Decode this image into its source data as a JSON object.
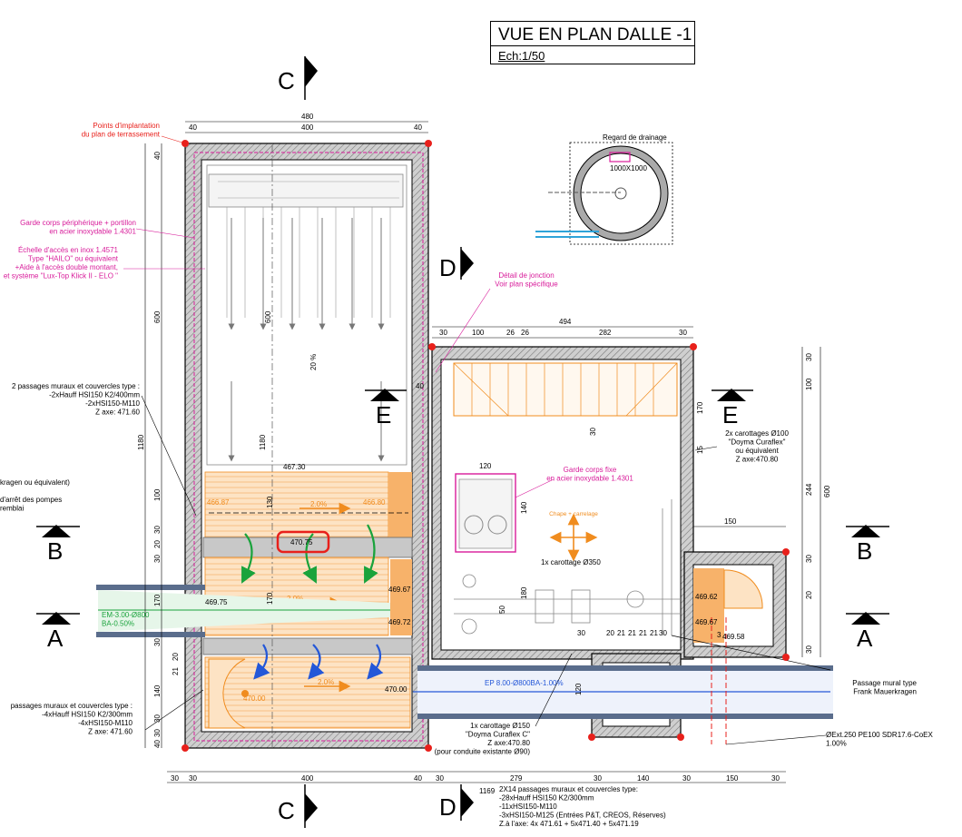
{
  "title": "VUE EN PLAN DALLE -1",
  "scale": "Ech:1/50",
  "sections": {
    "C": "C",
    "D": "D",
    "E": "E",
    "B": "B",
    "A": "A"
  },
  "dims_top": [
    "480",
    "40",
    "400",
    "40"
  ],
  "dims_left": [
    "40",
    "600",
    "1180",
    "100",
    "30",
    "20",
    "30",
    "170",
    "30",
    "20",
    "21",
    "140",
    "30",
    "30",
    "40"
  ],
  "dims_inner_left": [
    "600",
    "1180",
    "130",
    "170"
  ],
  "dims_bottom": [
    "30",
    "30",
    "400",
    "40",
    "30",
    "279",
    "30",
    "140",
    "30",
    "150",
    "30",
    "1169"
  ],
  "dims_right_top": [
    "30",
    "100",
    "26",
    "26",
    "282",
    "494",
    "30"
  ],
  "dims_right_side": [
    "30",
    "100",
    "170",
    "244",
    "600",
    "30",
    "20",
    "30",
    "150"
  ],
  "dims_misc": [
    "40",
    "120",
    "140",
    "30",
    "180",
    "50",
    "30",
    "120",
    "20",
    "21",
    "21",
    "21",
    "21",
    "30",
    "15",
    "3"
  ],
  "labels": {
    "points": "Points d'implantation\ndu plan de terrassement",
    "garde_corps": "Garde corps périphérique + portillon\nen acier inoxydable 1.4301",
    "echelle": "Échelle d'accès en inox 1.4571\nType \"HAILO\" ou équivalent\n+Aide à l'accès double montant,\net système \"Lux-Top Klick II - ELO \"",
    "passages_top": "2 passages muraux et couvercles type :\n-2xHauff HSI150  K2/400mm\n-2xHSI150-M110\nZ axe: 471.60",
    "kragen": "kragen ou équivalent)",
    "arret": "d'arrêt des pompes\nremblai",
    "passages_bottom": "passages muraux et couvercles type :\n-4xHauff HSI150  K2/300mm\n-4xHSI150-M110\nZ axe: 471.60",
    "regard": "Regard de drainage",
    "regard_dim": "1000X1000",
    "detail": "Détail de jonction\nVoir plan spécifique",
    "carottages": "2x carottages Ø100\n\"Doyma Curaflex\"\nou équivalent\nZ axe:470.80",
    "garde_fixe": "Garde corps fixe\nen acier inoxydable 1.4301",
    "chape": "Chape + carrelage\n0%",
    "carottage_350": "1x carottage Ø350",
    "carottage_150": "1x carottage Ø150\n\"Doyma Curaflex C\"\nZ axe:470.80\n(pour conduite existante Ø90)",
    "passage_mural": "Passage mural type\nFrank Mauerkragen",
    "pe100": "ØExt.250  PE100 SDR17.6-CoEX\n1.00%",
    "x14": "2X14 passages muraux et couvercles type:\n-28xHauff HSI150  K2/300mm\n-11xHSI150-M110\n-3xHSI150-M125 (Entrées P&T, CREOS, Réserves)\nZ.à l'axe: 4x 471.61 + 5x471.40 + 5x471.19",
    "em": "EM-3.00-Ø800\nBA-0.50%",
    "ep": "EP 8.00-Ø800BA-1.00%",
    "slope": "20 %"
  },
  "elevations": [
    "467.30",
    "466.87",
    "466.80",
    "470.75",
    "469.75",
    "469.67",
    "469.72",
    "470.00",
    "470.00",
    "469.62",
    "469.67",
    "469.58"
  ],
  "slopes": [
    "2.0%",
    "2.0%",
    "2.0%"
  ],
  "colors": {
    "wall": "#6e6e6e",
    "orange": "#f08c1e",
    "magenta": "#d81b9a",
    "blue": "#2457d8",
    "green": "#1aa33c",
    "red": "#e8201b",
    "pipe": "#5a6d8c"
  }
}
